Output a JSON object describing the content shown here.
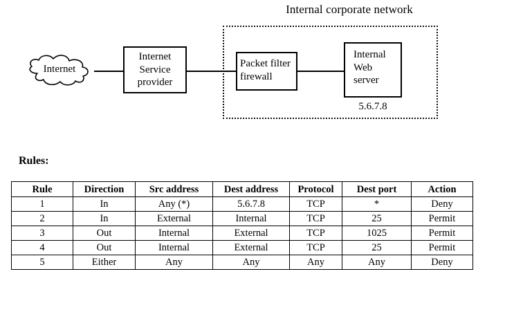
{
  "diagram": {
    "title": "Internal corporate network",
    "nodes": {
      "cloud_label": "Internet",
      "isp_line1": "Internet",
      "isp_line2": "Service",
      "isp_line3": "provider",
      "firewall_line1": "Packet filter",
      "firewall_line2": "firewall",
      "server_line1": "Internal",
      "server_line2": "Web",
      "server_line3": "server",
      "server_ip": "5.6.7.8"
    }
  },
  "rules_section": {
    "heading": "Rules:",
    "columns": [
      "Rule",
      "Direction",
      "Src address",
      "Dest address",
      "Protocol",
      "Dest port",
      "Action"
    ],
    "rows": [
      [
        "1",
        "In",
        "Any (*)",
        "5.6.7.8",
        "TCP",
        "*",
        "Deny"
      ],
      [
        "2",
        "In",
        "External",
        "Internal",
        "TCP",
        "25",
        "Permit"
      ],
      [
        "3",
        "Out",
        "Internal",
        "External",
        "TCP",
        "1025",
        "Permit"
      ],
      [
        "4",
        "Out",
        "Internal",
        "External",
        "TCP",
        "25",
        "Permit"
      ],
      [
        "5",
        "Either",
        "Any",
        "Any",
        "Any",
        "Any",
        "Deny"
      ]
    ]
  },
  "colors": {
    "background": "#ffffff",
    "ink": "#000000",
    "zone_border": "#111111"
  }
}
